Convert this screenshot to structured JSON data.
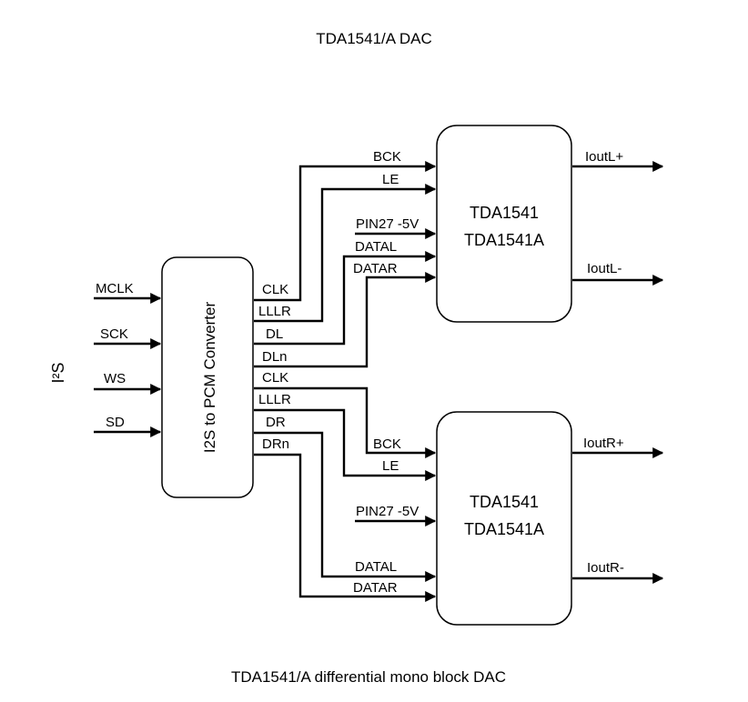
{
  "title": "TDA1541/A DAC",
  "caption": "TDA1541/A  differential mono block DAC",
  "i2s_label": "I²S",
  "inputs": [
    "MCLK",
    "SCK",
    "WS",
    "SD"
  ],
  "converter": {
    "label": "I2S to PCM Converter",
    "outputs": [
      "CLK",
      "LLLR",
      "DL",
      "DLn",
      "CLK",
      "LLLR",
      "DR",
      "DRn"
    ]
  },
  "dac_top": {
    "name_line1": "TDA1541",
    "name_line2": "TDA1541A",
    "inputs": [
      "BCK",
      "LE",
      "PIN27 -5V",
      "DATAL",
      "DATAR"
    ],
    "outputs": [
      "IoutL+",
      "IoutL-"
    ]
  },
  "dac_bottom": {
    "name_line1": "TDA1541",
    "name_line2": "TDA1541A",
    "inputs": [
      "BCK",
      "LE",
      "PIN27 -5V",
      "DATAL",
      "DATAR"
    ],
    "outputs": [
      "IoutR+",
      "IoutR-"
    ]
  },
  "colors": {
    "line": "#000000",
    "background": "#ffffff"
  }
}
